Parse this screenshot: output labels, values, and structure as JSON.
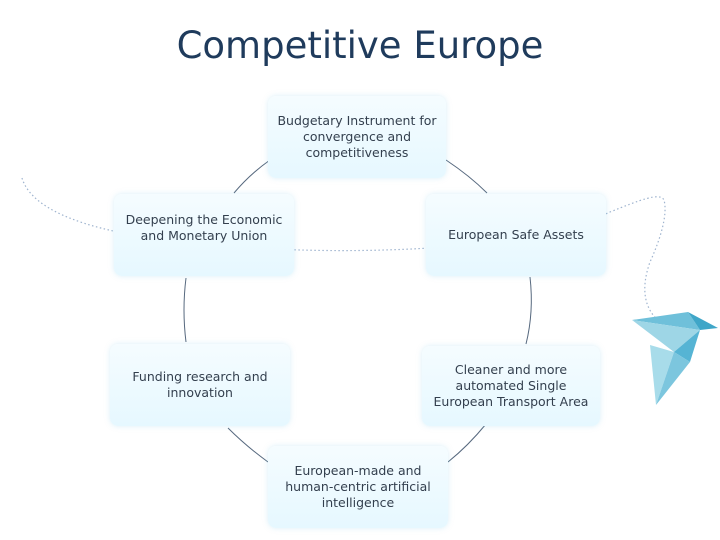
{
  "title": "Competitive Europe",
  "colors": {
    "title": "#1f3b5c",
    "node_fill": "#e6f8ff",
    "connector": "#56687e",
    "dotted_line": "#9fb4cf",
    "bird_light": "#9ed6e6",
    "bird_mid": "#6fc0da",
    "bird_dark": "#3fa6c8"
  },
  "nodes": [
    {
      "id": "budgetary",
      "lines": [
        "Budgetary Instrument for",
        "convergence and",
        "competitiveness"
      ]
    },
    {
      "id": "safe-assets",
      "lines": [
        "European Safe Assets"
      ]
    },
    {
      "id": "transport",
      "lines": [
        "Cleaner and more",
        "automated Single",
        "European Transport Area"
      ]
    },
    {
      "id": "ai",
      "lines": [
        "European-made and",
        "human-centric artificial",
        "intelligence"
      ]
    },
    {
      "id": "research",
      "lines": [
        "Funding research and",
        "innovation"
      ]
    },
    {
      "id": "emu",
      "lines": [
        "Deepening the Economic",
        "and Monetary Union"
      ]
    }
  ],
  "decorations": [
    "origami-bird-icon",
    "dotted-flight-path"
  ]
}
